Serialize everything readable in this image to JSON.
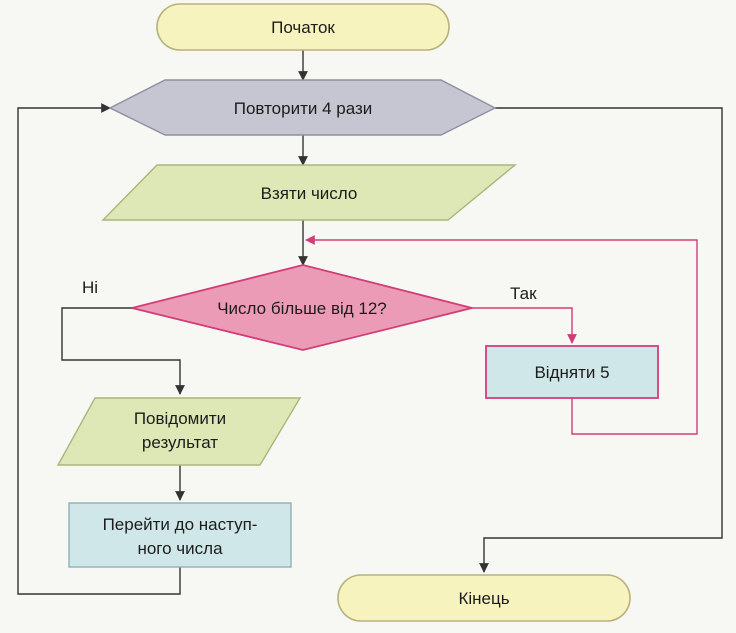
{
  "flowchart": {
    "start": "Початок",
    "loop": "Повторити 4 рази",
    "input": "Взяти число",
    "decision": "Число більше від 12?",
    "branch_no": "Ні",
    "branch_yes": "Так",
    "subtract": "Відняти 5",
    "output_line1": "Повідомити",
    "output_line2": "результат",
    "next_line1": "Перейти до наступ-",
    "next_line2": "ного числа",
    "end": "Кінець"
  },
  "colors": {
    "terminal_fill": "#f7f3bf",
    "terminal_stroke": "#b9b27c",
    "loop_fill": "#c5c6d2",
    "io_fill": "#dde8b6",
    "decision_fill": "#ec9bb6",
    "decision_stroke": "#d23d78",
    "process_fill": "#cfe7e8",
    "subtract_stroke": "#d23d78",
    "line": "#333333",
    "loop_back_line": "#d23d78"
  }
}
